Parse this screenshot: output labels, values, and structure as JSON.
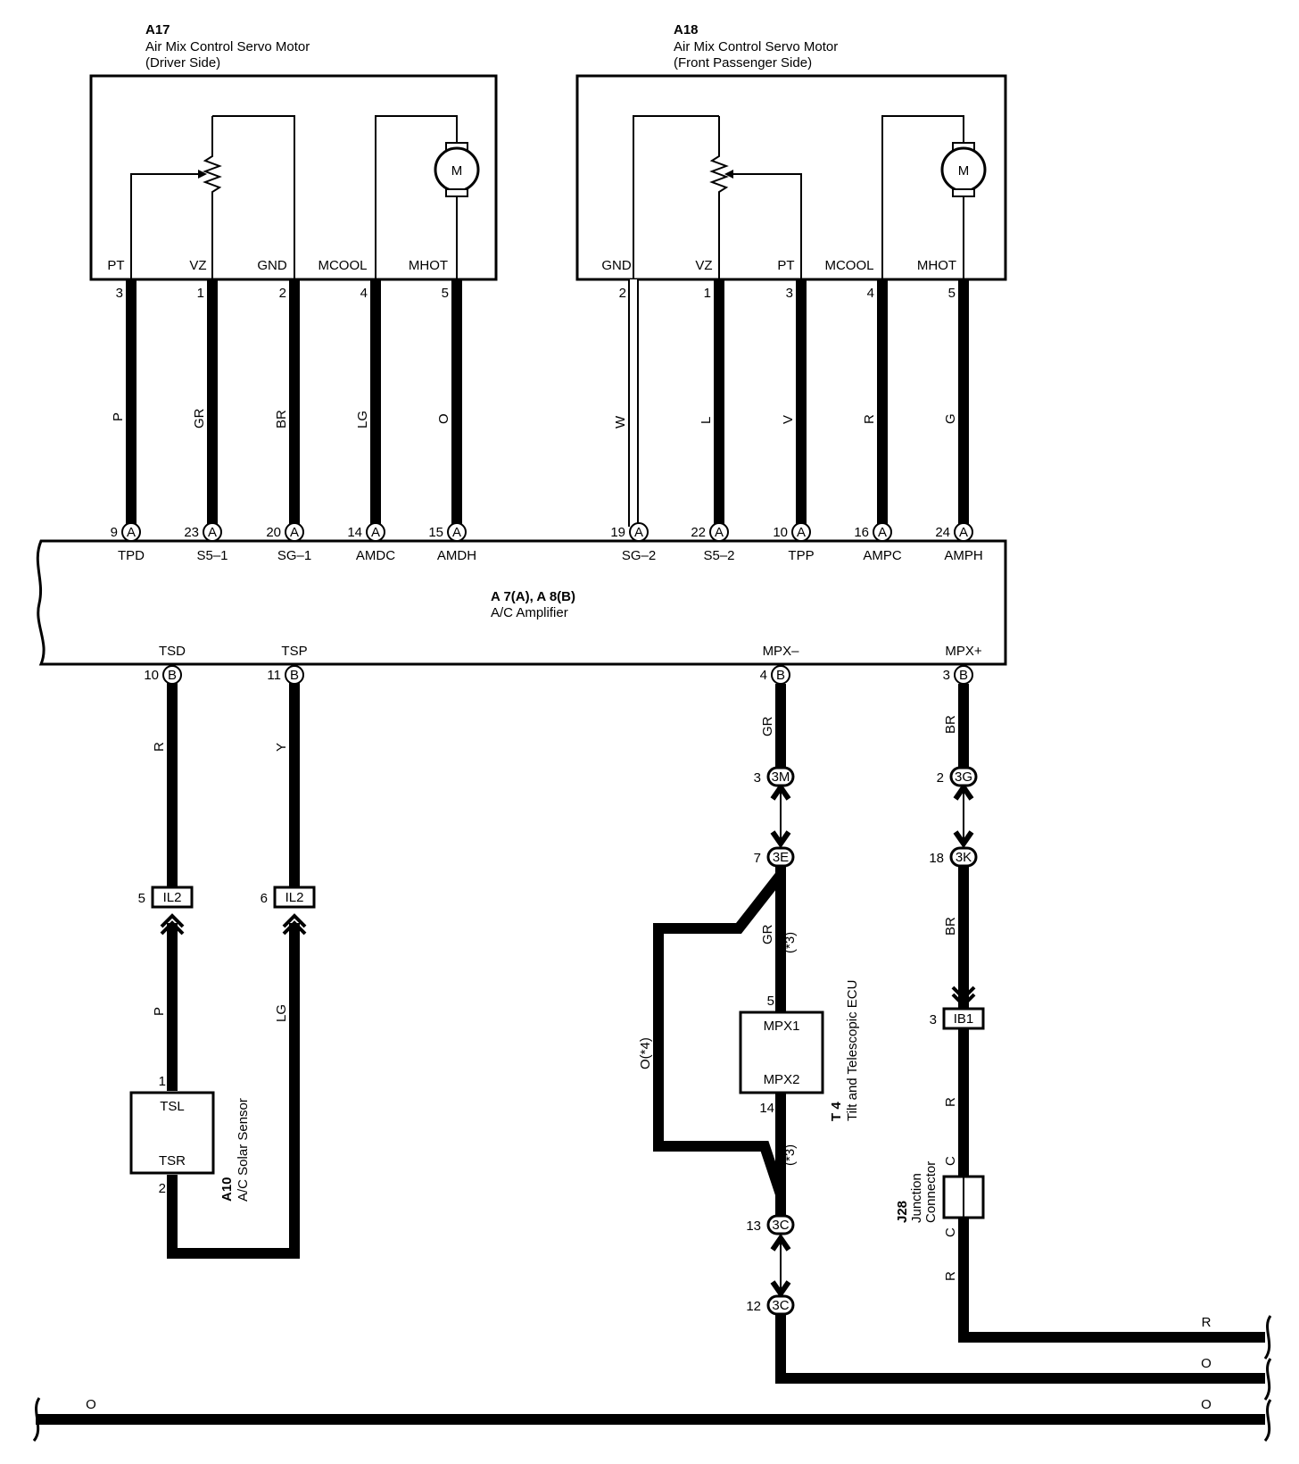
{
  "components": {
    "a17": {
      "id": "A17",
      "name": "Air Mix Control Servo Motor",
      "side": "(Driver Side)"
    },
    "a18": {
      "id": "A18",
      "name": "Air Mix Control Servo Motor",
      "side": "(Front Passenger Side)"
    },
    "amp": {
      "id": "A 7(A), A 8(B)",
      "name": "A/C Amplifier"
    },
    "a10": {
      "id": "A10",
      "name": "A/C Solar Sensor"
    },
    "t4": {
      "id": "T 4",
      "name": "Tilt and Telescopic ECU"
    },
    "j28": {
      "id": "J28",
      "name1": "Junction",
      "name2": "Connector"
    }
  },
  "motor_symbol": "M",
  "a17_terminals": [
    "PT",
    "VZ",
    "GND",
    "MCOOL",
    "MHOT"
  ],
  "a18_terminals": [
    "GND",
    "VZ",
    "PT",
    "MCOOL",
    "MHOT"
  ],
  "a17_pins": [
    "3",
    "1",
    "2",
    "4",
    "5"
  ],
  "a18_pins": [
    "2",
    "1",
    "3",
    "4",
    "5"
  ],
  "a17_wires": [
    "P",
    "GR",
    "BR",
    "LG",
    "O"
  ],
  "a18_wires": [
    "W",
    "L",
    "V",
    "R",
    "G"
  ],
  "amp_top_pins": [
    "9",
    "23",
    "20",
    "14",
    "15",
    "19",
    "22",
    "10",
    "16",
    "24"
  ],
  "amp_top_conn": "A",
  "amp_top_terms": [
    "TPD",
    "S5–1",
    "SG–1",
    "AMDC",
    "AMDH",
    "SG–2",
    "S5–2",
    "TPP",
    "AMPC",
    "AMPH"
  ],
  "amp_bottom_terms": [
    "TSD",
    "TSP",
    "MPX–",
    "MPX+"
  ],
  "amp_bottom_pins": [
    "10",
    "11",
    "4",
    "3"
  ],
  "amp_bottom_conn": "B",
  "lower_wires": {
    "tsd_r": "R",
    "tsp_y": "Y",
    "mpxm_gr": "GR",
    "mpxp_br": "BR",
    "il2_p": "P",
    "il2_lg": "LG",
    "t4_gr": "GR",
    "t4_o": "O",
    "star3": "(*3)",
    "o_star4": "O(*4)",
    "br_2": "BR",
    "ib1_r": "R",
    "j28_r": "R",
    "bus_r": "R",
    "bus_o": "O",
    "bus_o2": "O",
    "bus_o_left": "O"
  },
  "inline_connectors": {
    "il2_a": {
      "pin": "5",
      "label": "IL2"
    },
    "il2_b": {
      "pin": "6",
      "label": "IL2"
    },
    "c3m": {
      "pin": "3",
      "label": "3M"
    },
    "c3e": {
      "pin": "7",
      "label": "3E"
    },
    "c3g": {
      "pin": "2",
      "label": "3G"
    },
    "c3k": {
      "pin": "18",
      "label": "3K"
    },
    "ib1": {
      "pin": "3",
      "label": "IB1"
    },
    "c3c_a": {
      "pin": "13",
      "label": "3C"
    },
    "c3c_b": {
      "pin": "12",
      "label": "3C"
    }
  },
  "a10_terms": {
    "tsl": "TSL",
    "tsr": "TSR",
    "pin1": "1",
    "pin2": "2"
  },
  "t4_terms": {
    "mpx1": "MPX1",
    "mpx2": "MPX2",
    "pin5": "5",
    "pin14": "14"
  },
  "j28_term": "C"
}
